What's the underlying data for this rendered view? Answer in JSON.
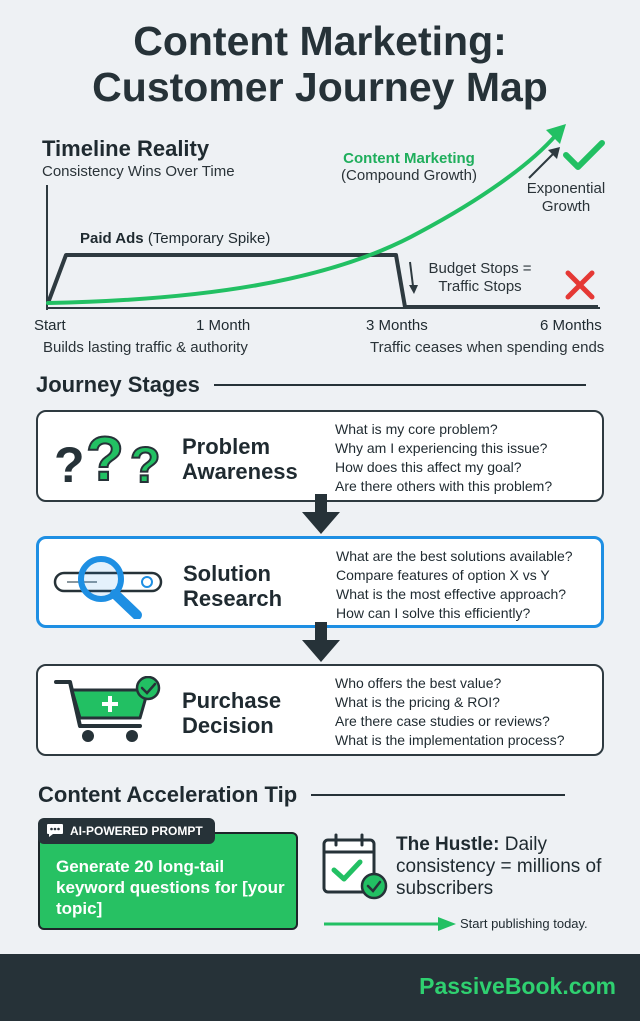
{
  "title": {
    "line1": "Content Marketing:",
    "line2": "Customer Journey Map"
  },
  "timeline": {
    "heading": "Timeline Reality",
    "subheading": "Consistency Wins Over Time",
    "paid_ads_name": "Paid Ads",
    "paid_ads_desc": "(Temporary Spike)",
    "content_name": "Content Marketing",
    "content_desc": "(Compound Growth)",
    "exponential_line1": "Exponential",
    "exponential_line2": "Growth",
    "budget_line1": "Budget Stops =",
    "budget_line2": "Traffic Stops",
    "caption_left": "Builds lasting traffic & authority",
    "caption_right": "Traffic ceases when spending ends"
  },
  "chart_data": {
    "type": "line",
    "x": [
      "Start",
      "1 Month",
      "3 Months",
      "6 Months"
    ],
    "series": [
      {
        "name": "Paid Ads",
        "color": "#2e3a40"
      },
      {
        "name": "Content Marketing",
        "color": "#22c063"
      }
    ]
  },
  "stages_heading": "Journey Stages",
  "stages": [
    {
      "name_line1": "Problem",
      "name_line2": "Awareness",
      "questions": [
        "What is my core problem?",
        "Why am I experiencing this issue?",
        "How does this affect my goal?",
        "Are there others with this problem?"
      ]
    },
    {
      "name_line1": "Solution",
      "name_line2": "Research",
      "questions": [
        "What are the best solutions available?",
        "Compare features of option X vs Y",
        "What is the most effective approach?",
        "How can I solve this efficiently?"
      ]
    },
    {
      "name_line1": "Purchase",
      "name_line2": "Decision",
      "questions": [
        "Who offers the best value?",
        "What is the pricing & ROI?",
        "Are there case studies or reviews?",
        "What is the implementation process?"
      ]
    }
  ],
  "tip": {
    "heading": "Content Acceleration Tip",
    "badge": "AI-POWERED PROMPT",
    "prompt": "Generate 20 long-tail keyword questions for [your topic]",
    "hustle_bold": "The Hustle:",
    "hustle_rest": " Daily consistency = millions of subscribers",
    "start": "Start publishing today."
  },
  "footer": {
    "brand": "PassiveBook.com"
  },
  "colors": {
    "accent_green": "#22c063",
    "dark": "#263238",
    "highlight_blue": "#1e8fe3",
    "cross_red": "#e53935"
  }
}
